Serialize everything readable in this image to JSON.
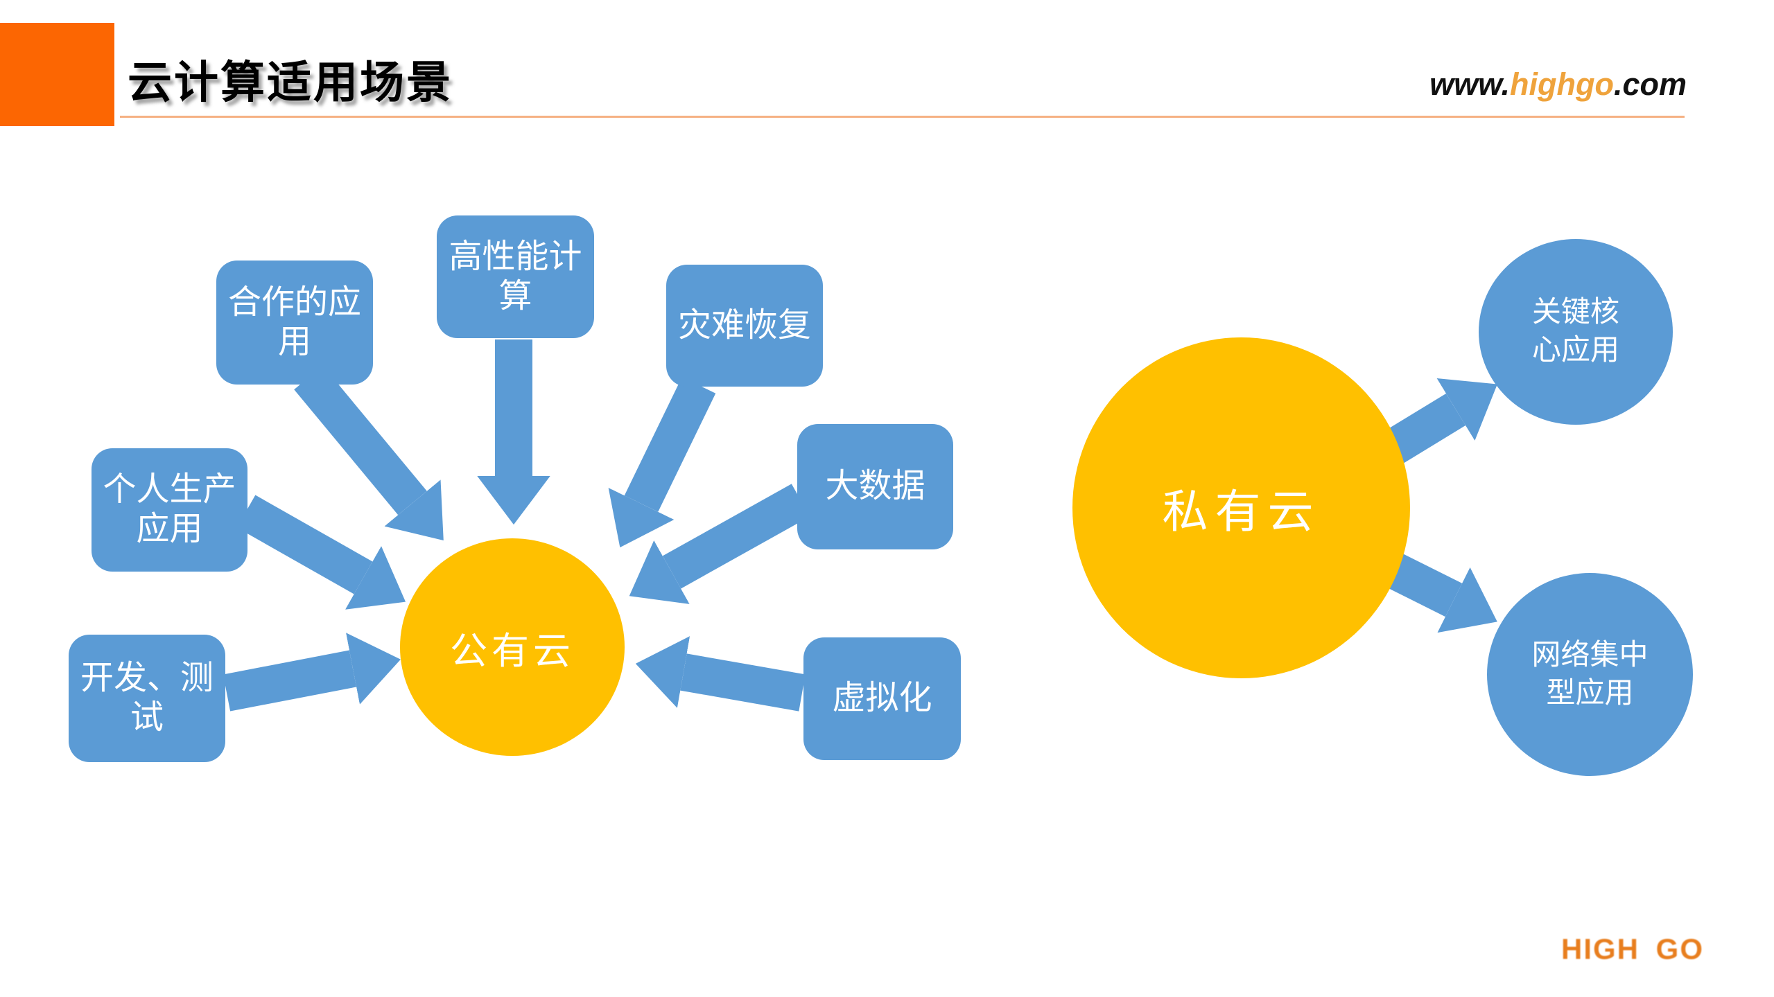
{
  "header": {
    "title": "云计算适用场景",
    "url_prefix": "www.",
    "url_brand": "highgo",
    "url_suffix": ".com"
  },
  "colors": {
    "accent_orange": "#FC6602",
    "divider_orange": "#F5B183",
    "node_blue": "#5B9BD5",
    "node_yellow": "#FFC000",
    "url_brand_orange": "#EFA33C",
    "logo_orange": "#E87E1E"
  },
  "diagram": {
    "public_cloud": {
      "label": "公有云"
    },
    "public_scenarios": [
      {
        "label": "合作的应\n用"
      },
      {
        "label": "高性能计\n算"
      },
      {
        "label": "灾难恢复"
      },
      {
        "label": "大数据"
      },
      {
        "label": "个人生产\n应用"
      },
      {
        "label": "开发、测\n试"
      },
      {
        "label": "虚拟化"
      }
    ],
    "private_cloud": {
      "label": "私有云"
    },
    "private_scenarios": [
      {
        "label": "关键核\n心应用"
      },
      {
        "label": "网络集中\n型应用"
      }
    ]
  },
  "footer": {
    "logo": "HIGH GO"
  }
}
